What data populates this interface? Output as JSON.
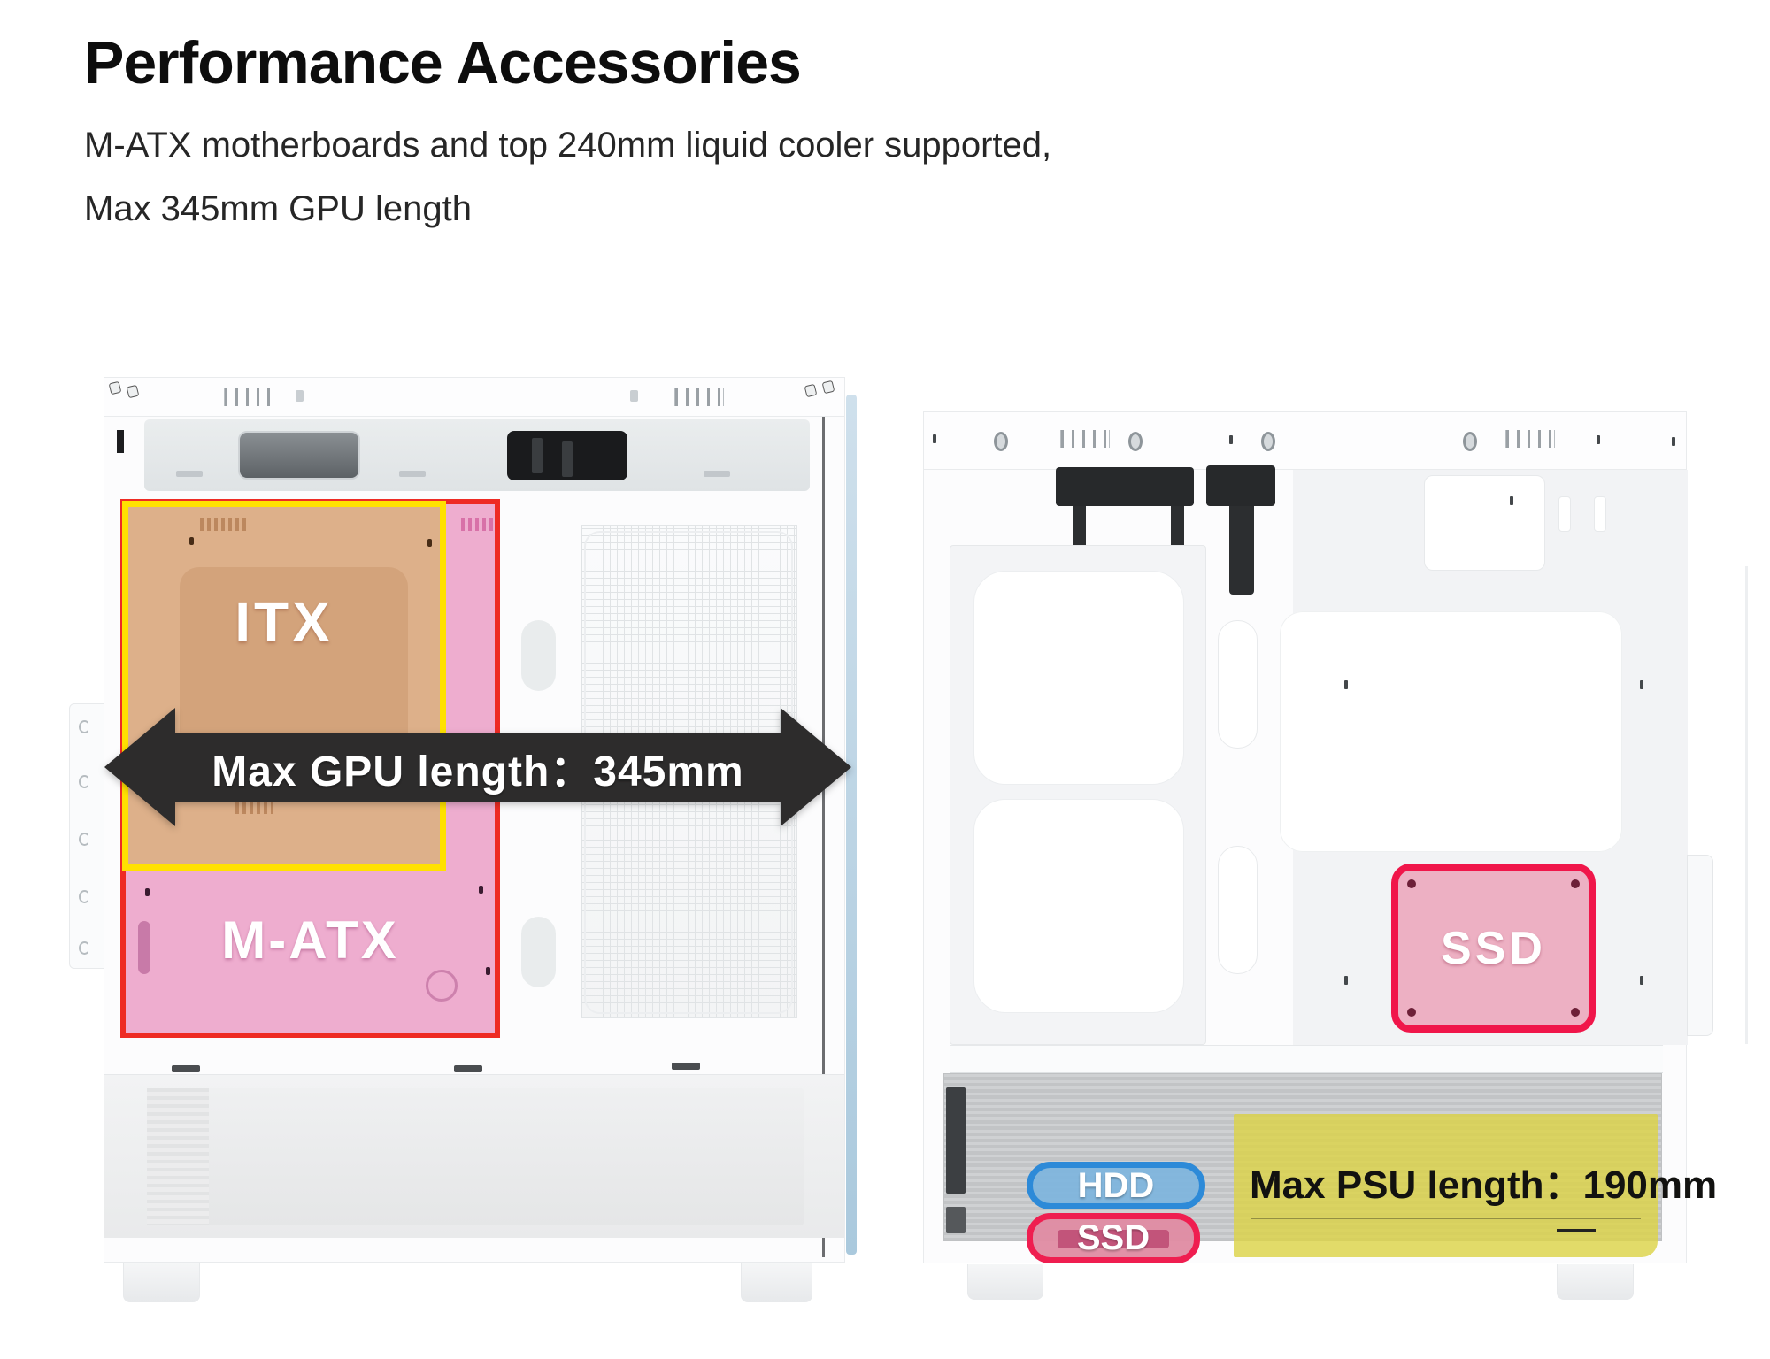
{
  "header": {
    "title": "Performance Accessories",
    "subtitle_line1": "M-ATX motherboards and top 240mm liquid cooler supported,",
    "subtitle_line2": "Max 345mm GPU length"
  },
  "left_case": {
    "itx_label": "ITX",
    "matx_label": "M-ATX",
    "gpu_arrow_label": "Max GPU length：345mm",
    "colors": {
      "itx_fill": "#ddb08a",
      "itx_border": "#ffe100",
      "matx_fill": "#eb9ec6",
      "matx_border": "#ee2b24",
      "arrow_fill": "#2d2c2c",
      "label_text": "#ffffff",
      "glass_strip": "#b9d6e8"
    }
  },
  "right_case": {
    "ssd_mount_label": "SSD",
    "hdd_badge_label": "HDD",
    "ssd_badge_label": "SSD",
    "psu_note_label": "Max PSU length：190mm",
    "colors": {
      "ssd_mount_fill": "#eb9db8",
      "ssd_mount_border": "#f0164a",
      "hdd_badge_fill": "#7fb5dd",
      "hdd_badge_border": "#2d8ad8",
      "ssd_badge_fill": "#e08da3",
      "ssd_badge_border": "#ef1e50",
      "psu_note_fill": "#dcd348",
      "psu_note_text": "#111111"
    }
  }
}
